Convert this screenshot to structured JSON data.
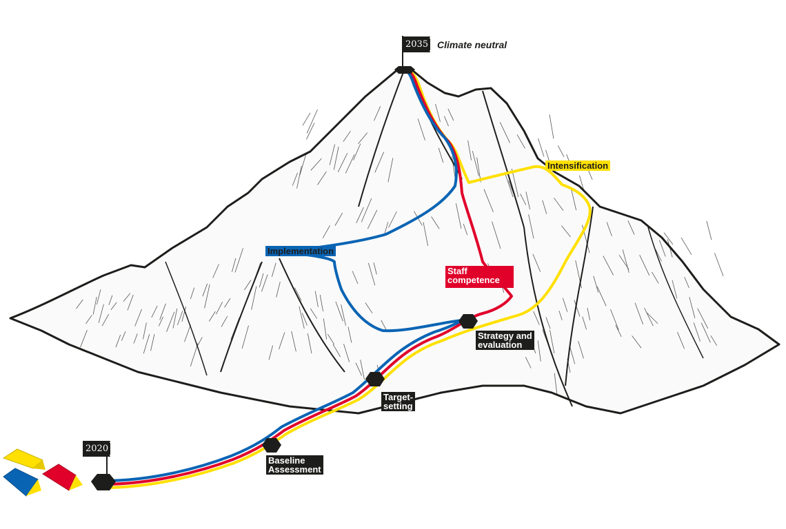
{
  "colors": {
    "route_blue": "#0a64b4",
    "route_red": "#e0002a",
    "route_yellow": "#ffe000",
    "ink": "#1d1d1b",
    "tent_yellow": "#ffe000",
    "tent_blue": "#0a64b4",
    "tent_red": "#e0002a"
  },
  "flags": {
    "start_year": "2020",
    "summit_year": "2035",
    "summit_goal": "Climate neutral"
  },
  "milestones": {
    "baseline": "Baseline\nAssessment",
    "target": "Target-\nsetting",
    "strategy": "Strategy and\nevaluation"
  },
  "routes": {
    "implementation": "Implementation",
    "staff": "Staff\ncompetence",
    "intensification": "Intensification"
  },
  "icons": [
    "flag-icon",
    "hexagon-marker-icon",
    "tent-icon"
  ]
}
